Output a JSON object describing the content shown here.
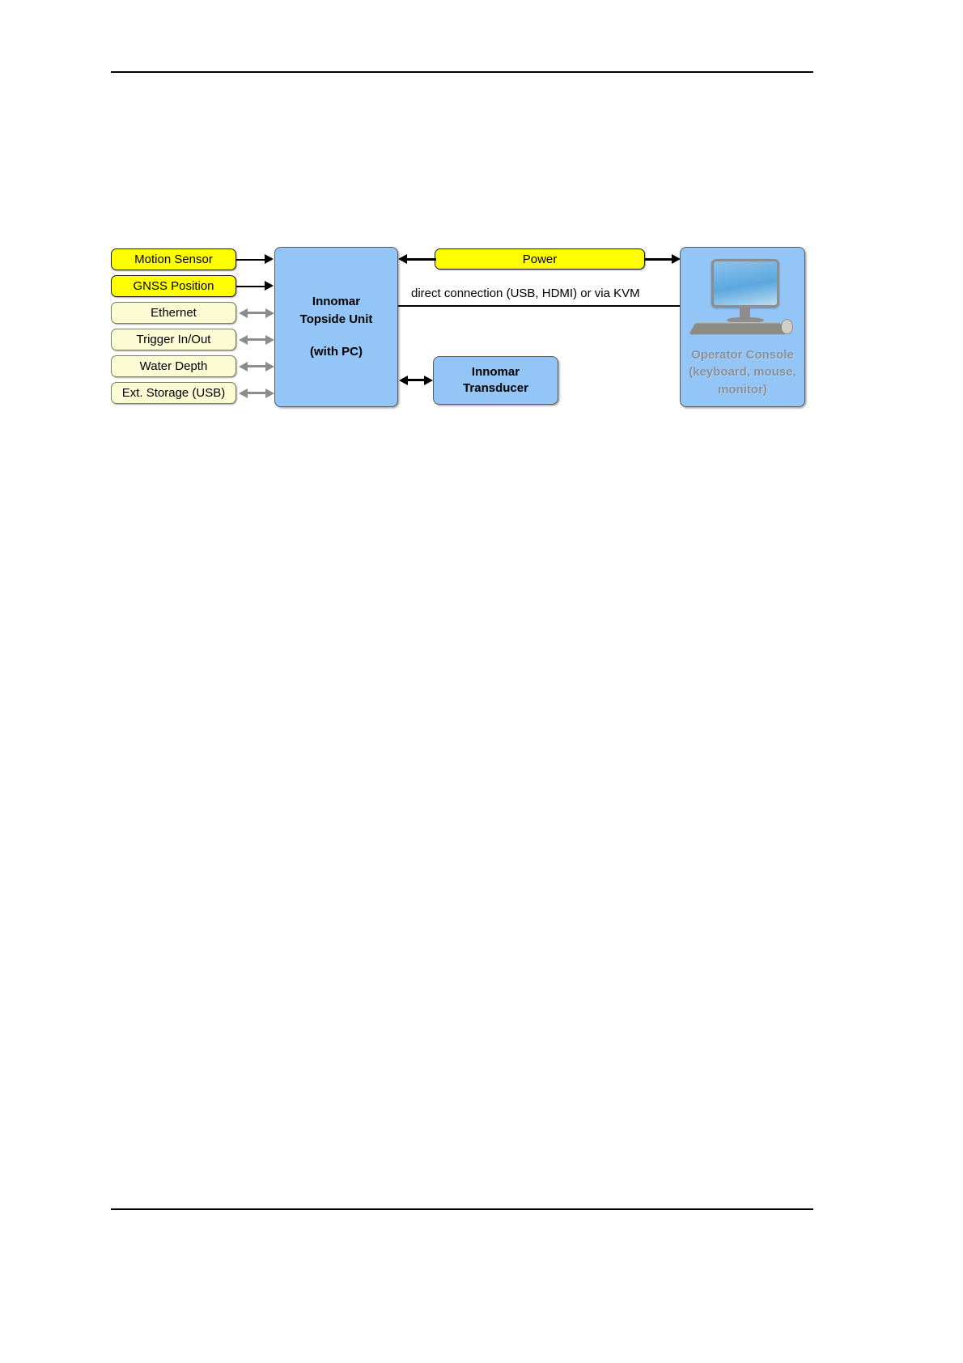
{
  "page": {
    "header_rule": true,
    "footer_rule": true
  },
  "diagram": {
    "title": "Innomar Topside Unit system connection diagram",
    "colors": {
      "signal_yellow": "#ffff00",
      "interface_cream": "#fbfbd4",
      "unit_blue": "#93c5f7",
      "gray_arrow": "#8c8c8c",
      "black_arrow": "#000000",
      "console_text": "#8a9099"
    },
    "inputs": [
      {
        "label": "Motion Sensor",
        "style": "yellow",
        "arrow": "one-way-black"
      },
      {
        "label": "GNSS Position",
        "style": "yellow",
        "arrow": "one-way-black"
      },
      {
        "label": "Ethernet",
        "style": "cream",
        "arrow": "two-way-gray"
      },
      {
        "label": "Trigger In/Out",
        "style": "cream",
        "arrow": "two-way-gray"
      },
      {
        "label": "Water Depth",
        "style": "cream",
        "arrow": "two-way-gray"
      },
      {
        "label": "Ext. Storage (USB)",
        "style": "cream",
        "arrow": "two-way-gray"
      }
    ],
    "topside_unit": {
      "line1": "Innomar",
      "line2": "Topside Unit",
      "line3": "(with PC)"
    },
    "transducer": {
      "line1": "Innomar",
      "line2": "Transducer"
    },
    "power": {
      "label": "Power"
    },
    "connection_label": "direct connection (USB, HDMI) or via KVM",
    "operator_console": {
      "line1": "Operator Console",
      "line2": "(keyboard, mouse,",
      "line3": "monitor)",
      "icons": [
        "monitor-icon",
        "keyboard-icon",
        "mouse-icon"
      ]
    }
  }
}
